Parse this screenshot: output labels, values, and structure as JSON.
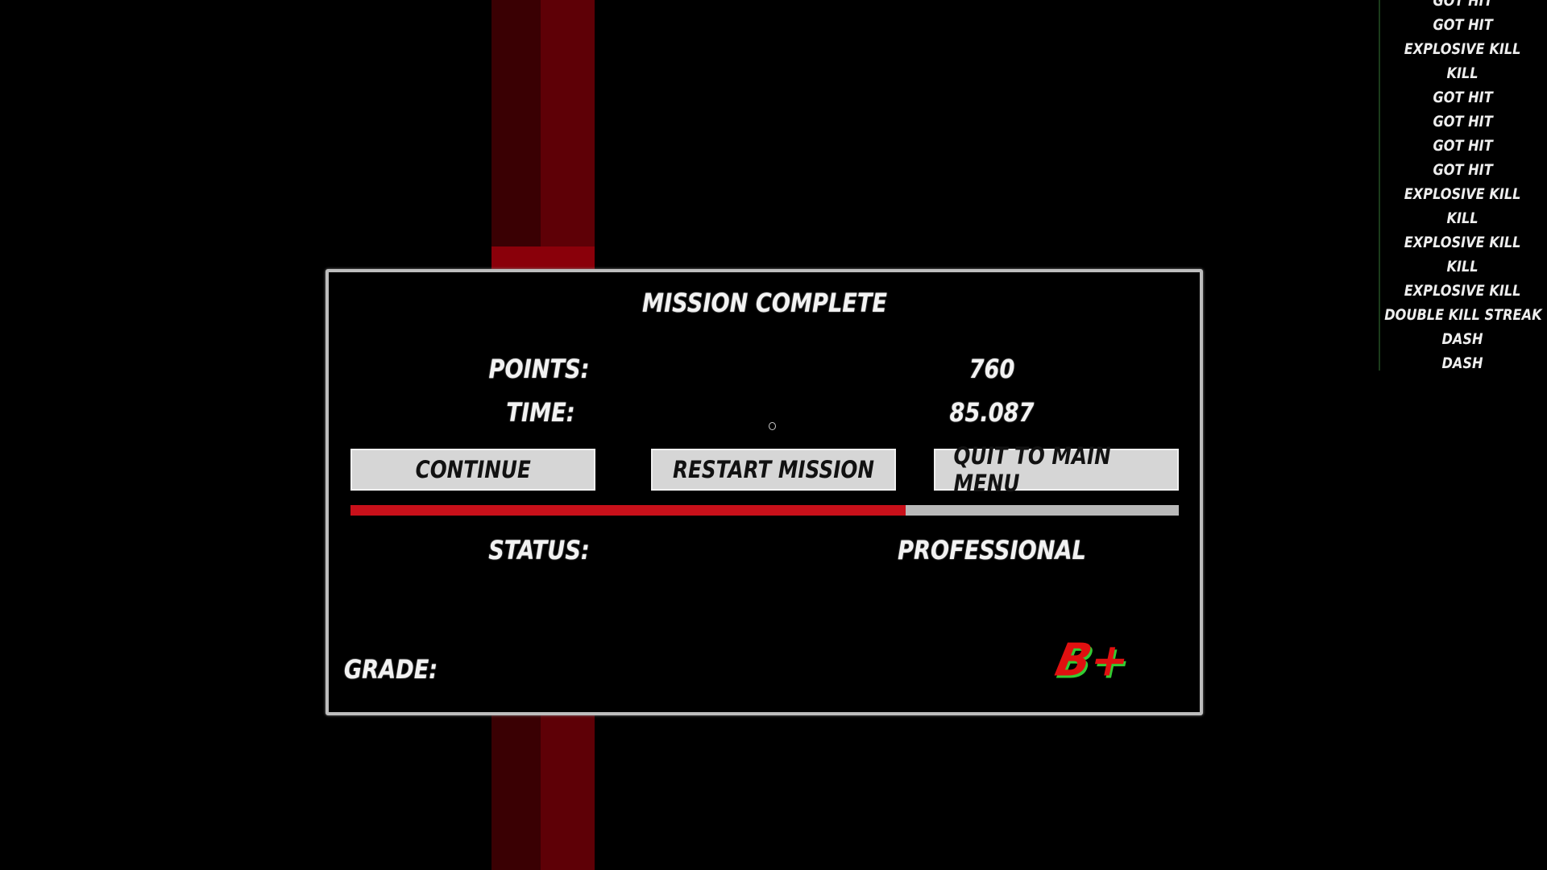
{
  "event_log": [
    "GOT HIT",
    "GOT HIT",
    "EXPLOSIVE KILL",
    "KILL",
    "GOT HIT",
    "GOT HIT",
    "GOT HIT",
    "GOT HIT",
    "EXPLOSIVE KILL",
    "KILL",
    "EXPLOSIVE KILL",
    "KILL",
    "EXPLOSIVE KILL",
    "DOUBLE KILL STREAK",
    "DASH",
    "DASH"
  ],
  "dialog": {
    "title": "MISSION COMPLETE",
    "points_label": "POINTS:",
    "points_value": "760",
    "time_label": "TIME:",
    "time_value": "85.087",
    "buttons": {
      "continue": "CONTINUE",
      "restart": "RESTART MISSION",
      "quit": "QUIT TO MAIN MENU"
    },
    "progress_fraction": 0.67,
    "status_label": "STATUS:",
    "status_value": "PROFESSIONAL",
    "grade_label": "GRADE:",
    "grade_value": "B+"
  },
  "colors": {
    "accent_red": "#c8101a",
    "grade_red": "#e01010",
    "grade_shadow": "#33cc33"
  }
}
